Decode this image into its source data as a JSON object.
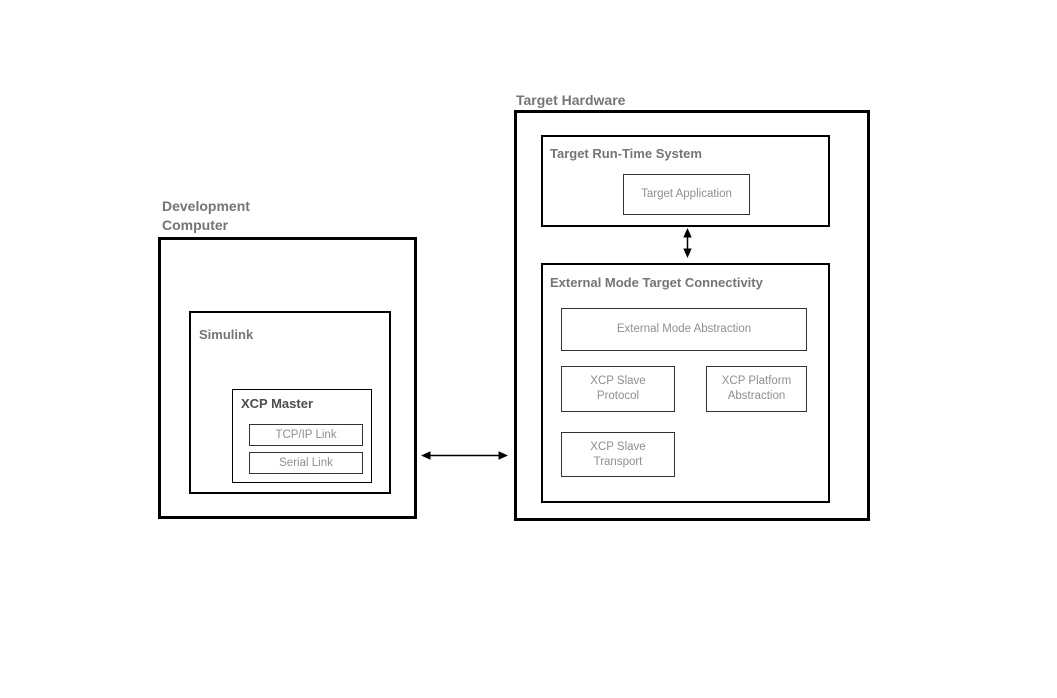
{
  "colors": {
    "box_border": "#000000",
    "title_gray": "#757575",
    "xcp_master_title": "#4d4d4d",
    "leaf_text_gray": "#8f8f8f",
    "arrow": "#000000",
    "background": "#ffffff"
  },
  "development_computer": {
    "label": "Development\nComputer",
    "simulink": {
      "label": "Simulink",
      "xcp_master": {
        "label": "XCP Master",
        "tcpip_link": "TCP/IP Link",
        "serial_link": "Serial Link"
      }
    }
  },
  "target_hardware": {
    "label": "Target Hardware",
    "runtime_system": {
      "label": "Target Run-Time System",
      "target_application": "Target Application"
    },
    "connectivity": {
      "label": "External Mode Target Connectivity",
      "external_mode_abstraction": "External Mode Abstraction",
      "xcp_slave_protocol": "XCP Slave\nProtocol",
      "xcp_platform_abstraction": "XCP Platform\nAbstraction",
      "xcp_slave_transport": "XCP Slave\nTransport"
    }
  }
}
